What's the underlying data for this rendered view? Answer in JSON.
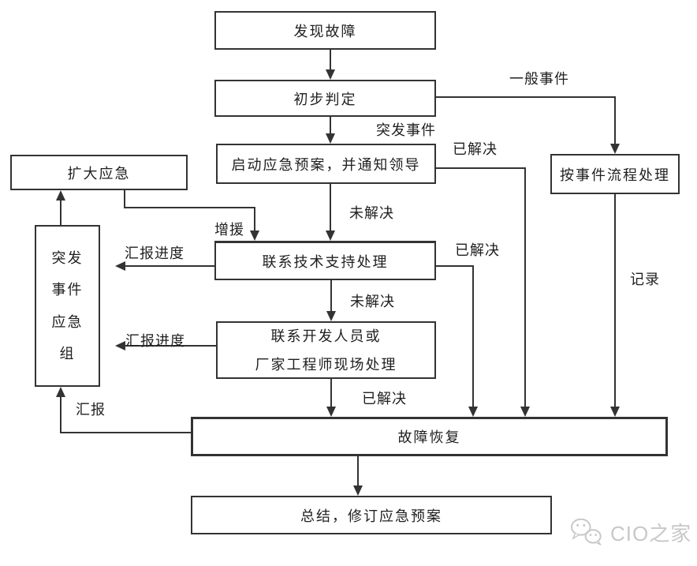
{
  "diagram": {
    "colors": {
      "line": "#333333",
      "text": "#1f1f1f",
      "background": "#ffffff",
      "watermark": "#c8c8c8"
    },
    "nodes": {
      "discover_fault": "发现故障",
      "initial_judgment": "初步判定",
      "activate_plan": "启动应急预案，并通知领导",
      "expand_emergency": "扩大应急",
      "emergency_team": [
        "突发",
        "事件",
        "应急",
        "组"
      ],
      "contact_tech_support": "联系技术支持处理",
      "contact_dev": [
        "联系开发人员或",
        "厂家工程师现场处理"
      ],
      "handle_by_event_process": "按事件流程处理",
      "fault_recovery": "故障恢复",
      "summarize_revise_plan": "总结，修订应急预案"
    },
    "edge_labels": {
      "general_event": "一般事件",
      "emergency_event": "突发事件",
      "resolved_top": "已解决",
      "unresolved_top": "未解决",
      "reinforce": "增援",
      "report_progress_support": "汇报进度",
      "resolved_support": "已解决",
      "unresolved_support": "未解决",
      "report_progress_dev": "汇报进度",
      "resolved_dev": "已解决",
      "record": "记录",
      "report": "汇报"
    }
  },
  "watermark": {
    "brand": "CIO之家",
    "icon": "wechat-icon"
  }
}
